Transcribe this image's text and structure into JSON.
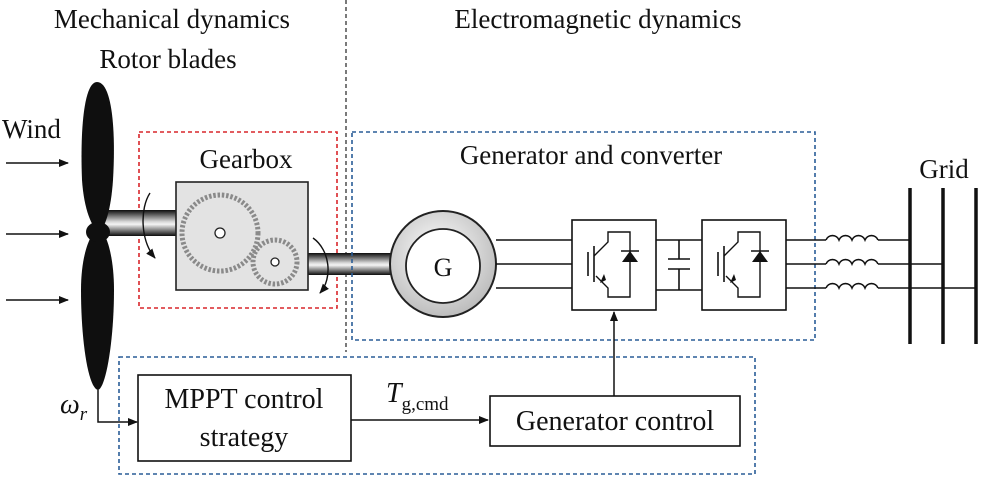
{
  "headings": {
    "mechanical": "Mechanical dynamics",
    "electromagnetic": "Electromagnetic dynamics",
    "rotor_blades": "Rotor blades"
  },
  "labels": {
    "wind": "Wind",
    "gearbox": "Gearbox",
    "generator_converter": "Generator and converter",
    "grid": "Grid",
    "generator_symbol": "G",
    "rotor_speed_symbol": "ω",
    "rotor_speed_subscript": "r",
    "torque_symbol": "T",
    "torque_subscript": "g,cmd"
  },
  "blocks": {
    "mppt_line1": "MPPT control",
    "mppt_line2": "strategy",
    "generator_control": "Generator control"
  },
  "colors": {
    "gearbox_border": "#d9262b",
    "converter_border": "#2a5d97",
    "control_border": "#2a5d97",
    "divider": "#333333",
    "shaft_dark": "#1a1a1a"
  }
}
